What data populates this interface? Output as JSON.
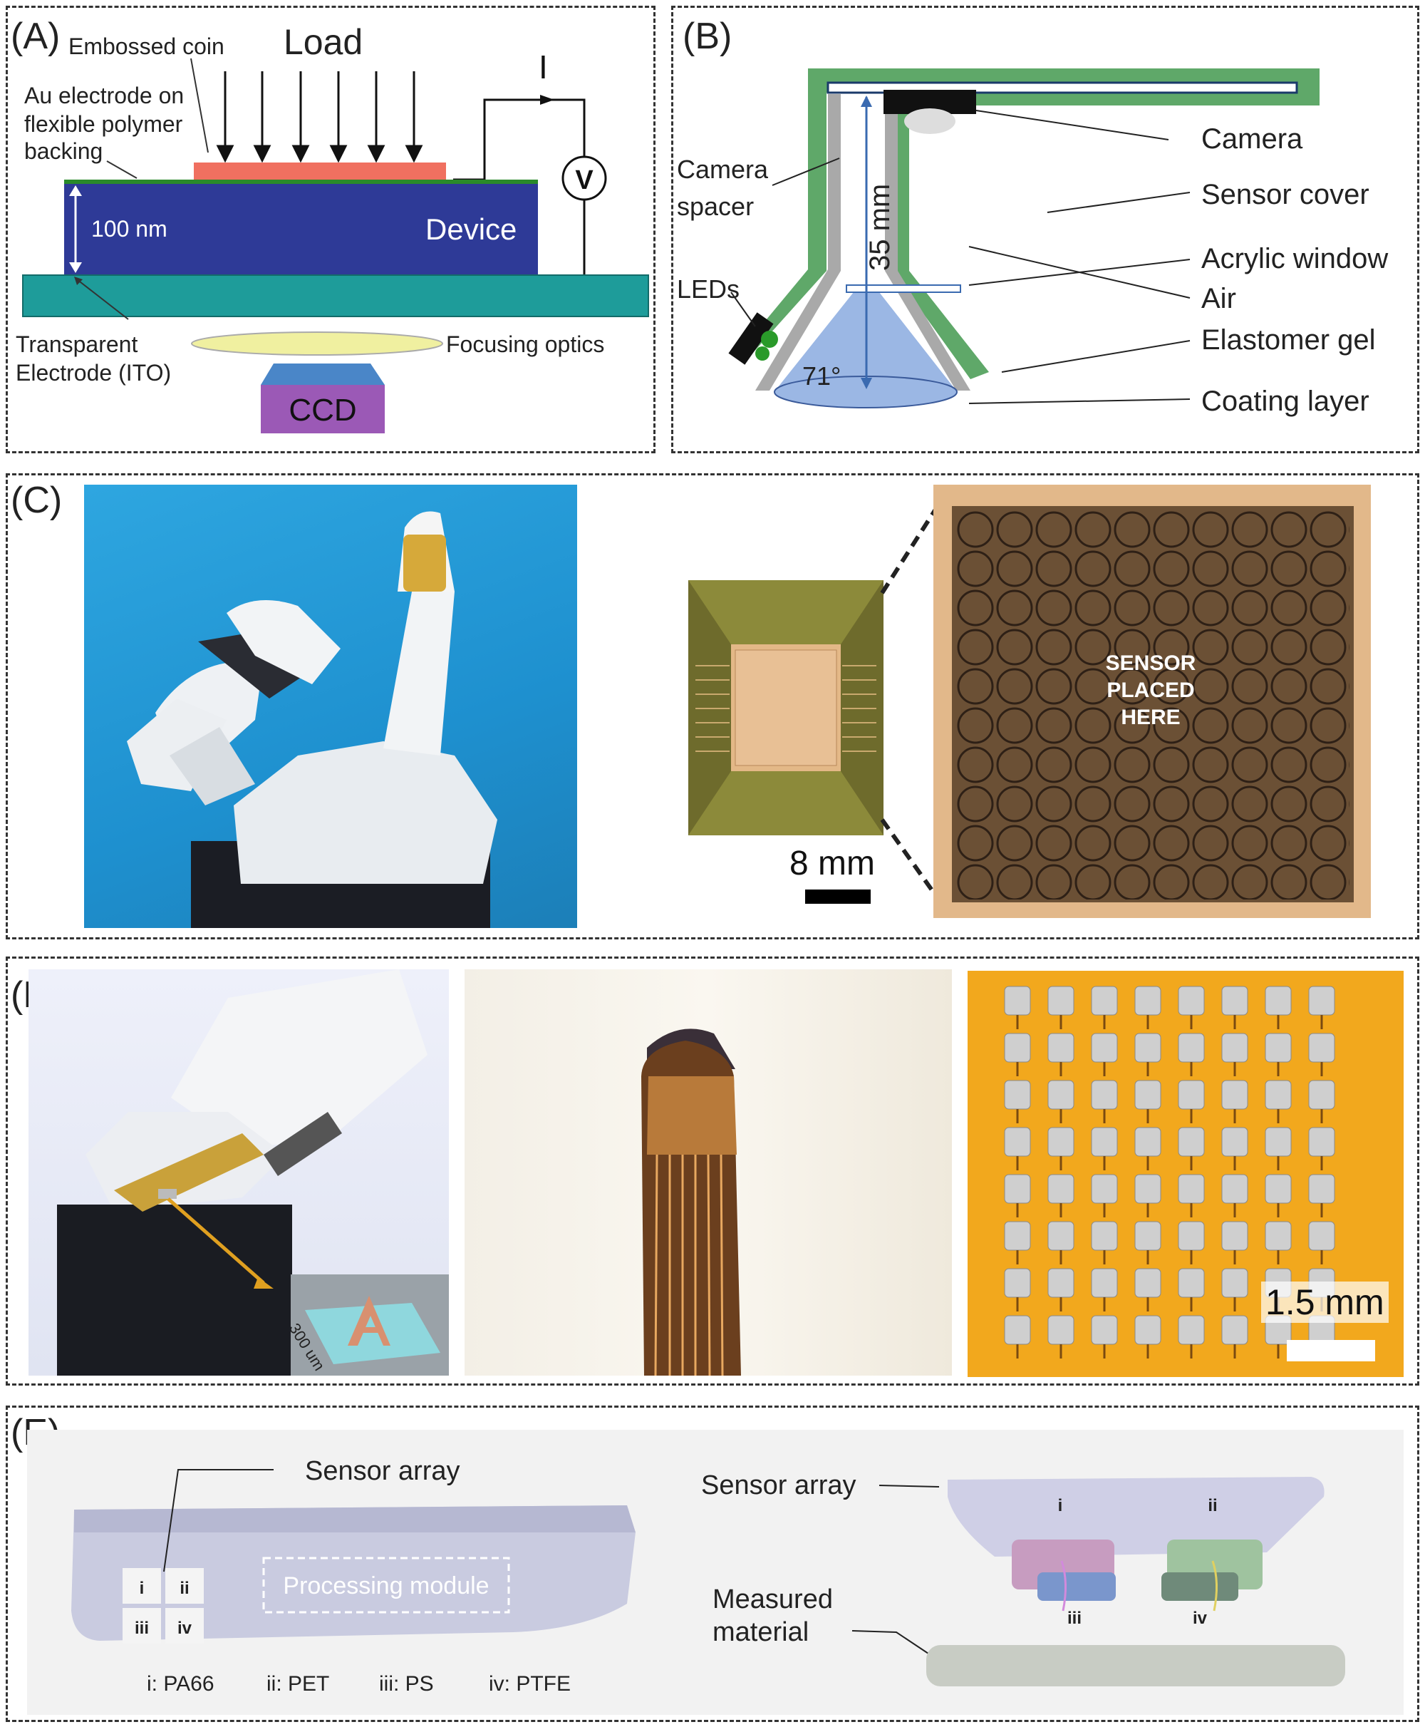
{
  "panelA": {
    "label": "(A)",
    "embossed_coin": "Embossed coin",
    "load": "Load",
    "current": "I",
    "voltmeter": "V",
    "au_electrode_l1": "Au electrode on",
    "au_electrode_l2": "flexible polymer",
    "au_electrode_l3": "backing",
    "thickness": "100 nm",
    "device": "Device",
    "transparent_l1": "Transparent",
    "transparent_l2": "Electrode (ITO)",
    "focusing": "Focusing optics",
    "ccd": "CCD",
    "colors": {
      "device": "#2e3a97",
      "substrate": "#1e9c9a",
      "coin": "#f07060",
      "ccd_top": "#4a86c8",
      "ccd_body": "#9b59b6",
      "lens": "#f0f0a0"
    }
  },
  "panelB": {
    "label": "(B)",
    "camera_spacer_l1": "Camera",
    "camera_spacer_l2": "spacer",
    "dimension": "35 mm",
    "leds": "LEDs",
    "angle": "71°",
    "camera": "Camera",
    "sensor_cover": "Sensor cover",
    "acrylic_window": "Acrylic window",
    "air": "Air",
    "elastomer_gel": "Elastomer gel",
    "coating_layer": "Coating layer",
    "colors": {
      "cover": "#5fa869",
      "spacer": "#a9a9a9",
      "gel": "#9bb7e4"
    }
  },
  "panelC": {
    "label": "(C)",
    "scale": "8 mm",
    "sensor_l1": "SENSOR",
    "sensor_l2": "PLACED",
    "sensor_l3": "HERE",
    "colors": {
      "background": "#1e9ad6",
      "sensor": "#6b5035",
      "frame": "#e2b88a"
    }
  },
  "panelD": {
    "label": "(D)",
    "inset_scale": "300 um",
    "scale": "1.5 mm",
    "colors": {
      "array_bg": "#f2a81d",
      "pixel": "#c8c8c8"
    }
  },
  "panelE": {
    "label": "(E)",
    "sensor_array_left": "Sensor array",
    "processing_module": "Processing module",
    "i": "i",
    "ii": "ii",
    "iii": "iii",
    "iv": "iv",
    "legend_i": "i: PA66",
    "legend_ii": "ii: PET",
    "legend_iii": "iii: PS",
    "legend_iv": "iv: PTFE",
    "sensor_array_right": "Sensor array",
    "measured_l1": "Measured",
    "measured_l2": "material"
  }
}
